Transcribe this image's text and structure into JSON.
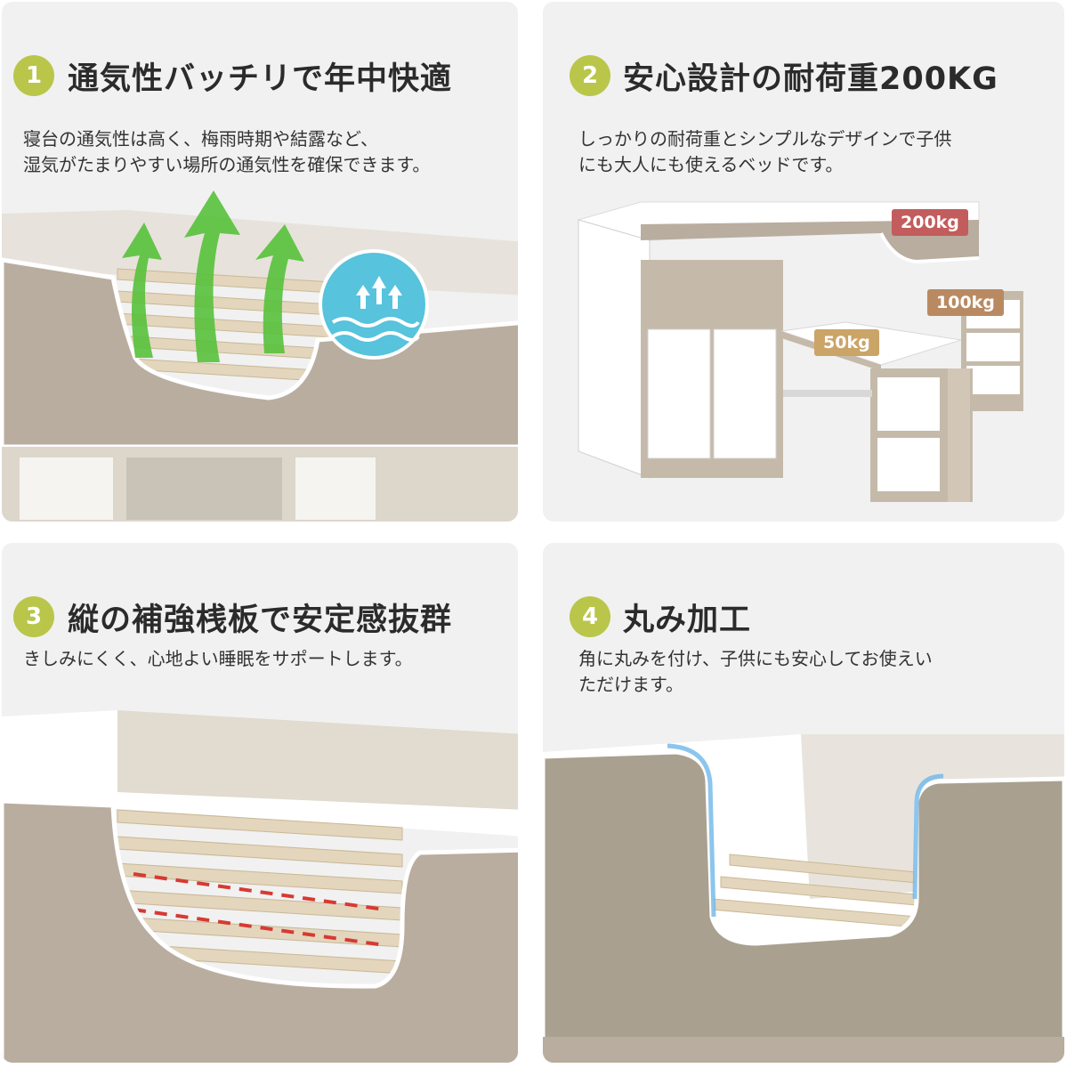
{
  "panels": [
    {
      "number": "1",
      "title": "通気性バッチリで年中快適",
      "desc_lines": [
        "寝台の通気性は高く、梅雨時期や結露など、",
        "湿気がたまりやすい場所の通気性を確保できます。"
      ]
    },
    {
      "number": "2",
      "title": "安心設計の耐荷重200KG",
      "desc_lines": [
        "しっかりの耐荷重とシンプルなデザインで子供",
        "にも大人にも使えるベッドです。"
      ],
      "tags": {
        "bed": "200kg",
        "cabinet": "100kg",
        "desk": "50kg"
      }
    },
    {
      "number": "3",
      "title": "縦の補強桟板で安定感抜群",
      "desc_lines": [
        "きしみにくく、心地よい睡眠をサポートします。"
      ]
    },
    {
      "number": "4",
      "title": "丸み加工",
      "desc_lines": [
        "角に丸みを付け、子供にも安心してお使えい",
        "ただけます。"
      ]
    }
  ],
  "colors": {
    "badge": "#b9c64a",
    "panel_bg": "#f1f1f1",
    "bed_board": "#b9ada0",
    "slat": "#e3d6bd",
    "arrow_green": "#58c23c",
    "tag_200": "#c35c5c",
    "tag_100": "#b98a62",
    "tag_50": "#cba468",
    "dash_red": "#d63a32",
    "edge_blue": "#6fb7e8"
  }
}
